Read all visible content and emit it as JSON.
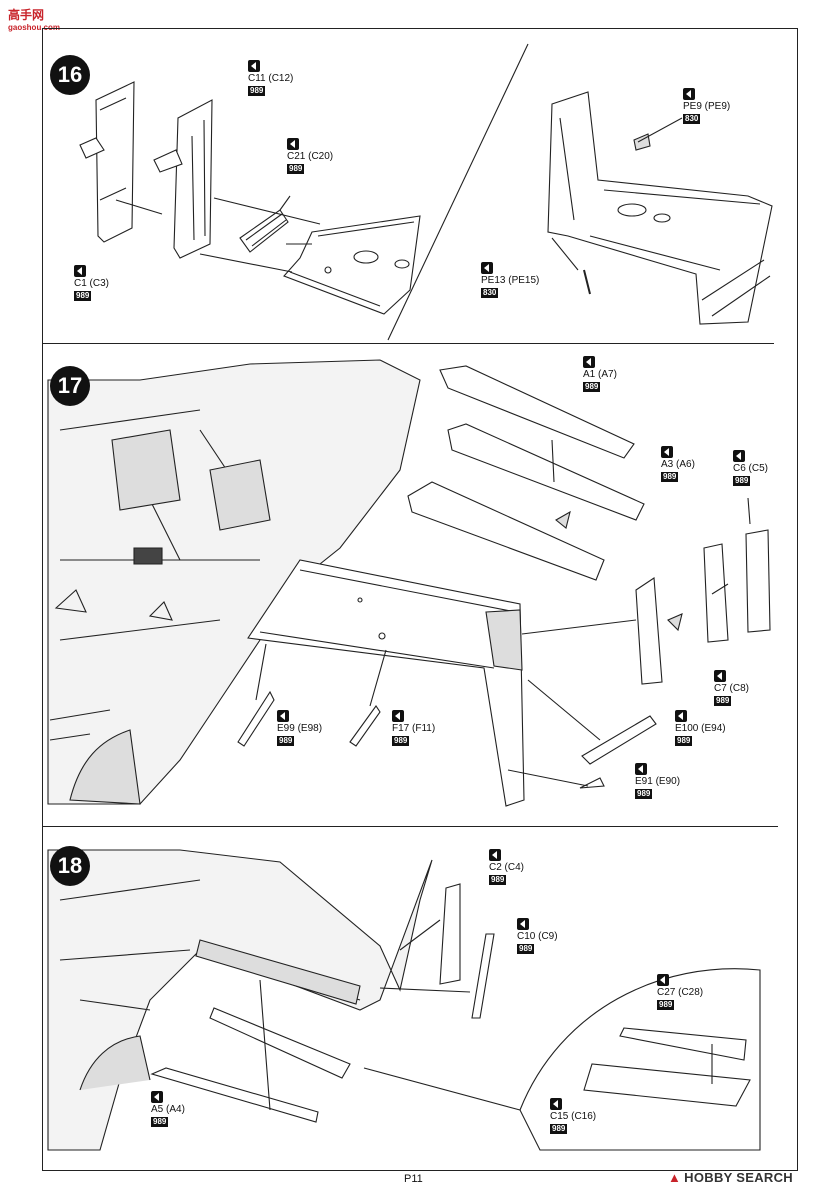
{
  "site_logo": {
    "text": "高手网",
    "subtitle": "gaoshou.com"
  },
  "watermark": "HOBBY SEARCH",
  "page_number": "P11",
  "steps": [
    {
      "number": "16",
      "parts": [
        {
          "label": "C11 (C12)",
          "code": "989"
        },
        {
          "label": "C21 (C20)",
          "code": "989"
        },
        {
          "label": "C1 (C3)",
          "code": "989"
        },
        {
          "label": "PE9 (PE9)",
          "code": "830"
        },
        {
          "label": "PE13 (PE15)",
          "code": "830"
        }
      ]
    },
    {
      "number": "17",
      "parts": [
        {
          "label": "A1 (A7)",
          "code": "989"
        },
        {
          "label": "A3 (A6)",
          "code": "989"
        },
        {
          "label": "C6 (C5)",
          "code": "989"
        },
        {
          "label": "C7 (C8)",
          "code": "989"
        },
        {
          "label": "E99 (E98)",
          "code": "989"
        },
        {
          "label": "F17 (F11)",
          "code": "989"
        },
        {
          "label": "E100 (E94)",
          "code": "989"
        },
        {
          "label": "E91 (E90)",
          "code": "989"
        }
      ]
    },
    {
      "number": "18",
      "parts": [
        {
          "label": "C2 (C4)",
          "code": "989"
        },
        {
          "label": "C10 (C9)",
          "code": "989"
        },
        {
          "label": "C27 (C28)",
          "code": "989"
        },
        {
          "label": "A5 (A4)",
          "code": "989"
        },
        {
          "label": "C15 (C16)",
          "code": "989"
        }
      ]
    }
  ]
}
